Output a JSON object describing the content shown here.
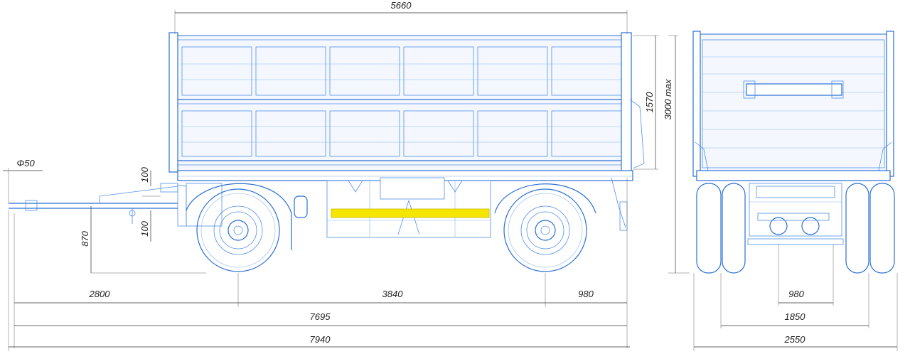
{
  "drawing": {
    "dimensions": {
      "body_length": "5660",
      "side_height": "1570",
      "total_height": "3000 max",
      "eye_diameter": "Φ50",
      "drawbar_up": "100",
      "drawbar_down": "100",
      "coupling_height": "870",
      "front_to_axle": "2800",
      "wheelbase": "3840",
      "rear_overhang": "980",
      "frame_length": "7695",
      "overall_length": "7940",
      "track_inner": "980",
      "track": "1850",
      "overall_width": "2550"
    },
    "colors": {
      "line_primary": "#2a6fd6",
      "line_secondary": "#4f8fe8",
      "line_light": "#8ab6f2",
      "reflector": "#f5e600",
      "dimension": "#333333"
    }
  }
}
